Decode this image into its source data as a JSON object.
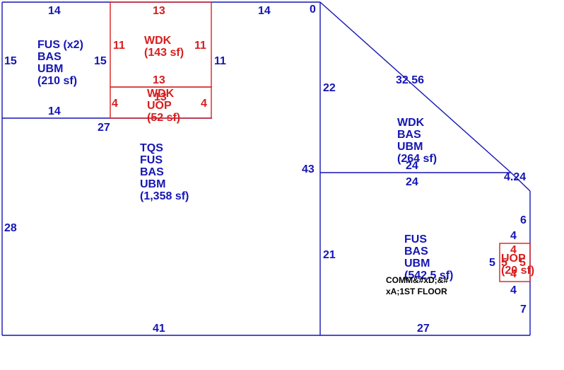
{
  "areas": {
    "fus_top": [
      "FUS (x2)",
      "BAS",
      "UBM",
      "(210 sf)"
    ],
    "wdk_top": [
      "WDK",
      "(143 sf)"
    ],
    "uop_small": [
      "WDK",
      "UOP",
      "(52 sf)"
    ],
    "uop_small_overlap": "13",
    "tqs": [
      "TQS",
      "FUS",
      "BAS",
      "UBM",
      "(1,358 sf)"
    ],
    "wdk_right": [
      "WDK",
      "BAS",
      "UBM",
      "(264 sf)"
    ],
    "fus_right": [
      "FUS",
      "BAS",
      "UBM",
      "(542.5 sf)"
    ],
    "uop_right": [
      "UOP",
      "(20 sf)"
    ]
  },
  "note": [
    "COMM&#xD;&#",
    "xA;1ST FLOOR"
  ],
  "dims": {
    "fus_top_top": "14",
    "fus_top_left": "15",
    "fus_top_right": "15",
    "fus_top_bottom": "14",
    "wdk_top_top": "13",
    "wdk_top_left": "11",
    "wdk_top_right": "11",
    "wdk_top_bottom": "13",
    "uop_small_left": "4",
    "uop_small_right": "4",
    "top_mid": "14",
    "right_top_zero": "0",
    "right_wing_left": "22",
    "diagonal": "32.56",
    "wdk_right_bottom_a": "24",
    "wdk_right_bottom_b": "24",
    "stair_step": "4.24",
    "mid_27": "27",
    "main_left": "28",
    "main_bottom": "41",
    "main_right_43": "43",
    "fus_right_left": "21",
    "fus_right_bottom": "27",
    "fus_right_side_6": "6",
    "fus_right_side_4a": "4",
    "fus_right_side_4b": "4",
    "fus_right_side_7": "7",
    "uop_right_left_5": "5",
    "uop_right_inner_5a": "5",
    "uop_right_inner_5b": "5",
    "uop_right_inner_4a": "4",
    "uop_right_inner_4b": "4"
  }
}
